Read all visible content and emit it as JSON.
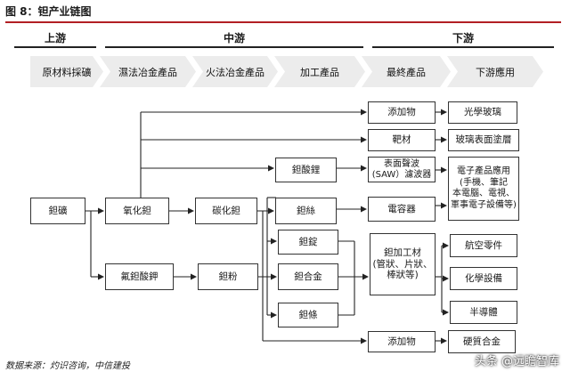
{
  "figure_title": "图 8：钽产业链图",
  "stages": {
    "upstream": "上游",
    "midstream": "中游",
    "downstream": "下游"
  },
  "process": [
    "原材料採礦",
    "濕法冶金產品",
    "火法冶金產品",
    "加工產品",
    "最終產品",
    "下游應用"
  ],
  "nodes": {
    "ore": "鉭礦",
    "oxide": "氧化鉭",
    "carbide": "碳化鉭",
    "fluoride": "氟鉭酸鉀",
    "powder": "鉭粉",
    "lithium_tantalate": "鉭酸鋰",
    "wire": "鉭絲",
    "ingot": "鉭錠",
    "alloy": "鉭合金",
    "bar": "鉭條",
    "additive_top": "添加物",
    "target": "靶材",
    "saw_filter": "表面聲波\n(SAW）濾波器",
    "capacitor": "電容器",
    "processed": "鉭加工材\n(管狀、片狀、\n棒狀等)",
    "additive_bottom": "添加物",
    "optical_glass": "光學玻璃",
    "glass_coating": "玻璃表面塗層",
    "electronics": "電子產品應用\n(手機、筆記\n本電腦、電視、\n軍事電子設備等)",
    "aerospace": "航空零件",
    "chemical": "化學設備",
    "semiconductor": "半導體",
    "hard_alloy": "硬質合金"
  },
  "source": "数据来源：灼识咨询，中信建投",
  "watermark": "头条 @远瞻智库"
}
